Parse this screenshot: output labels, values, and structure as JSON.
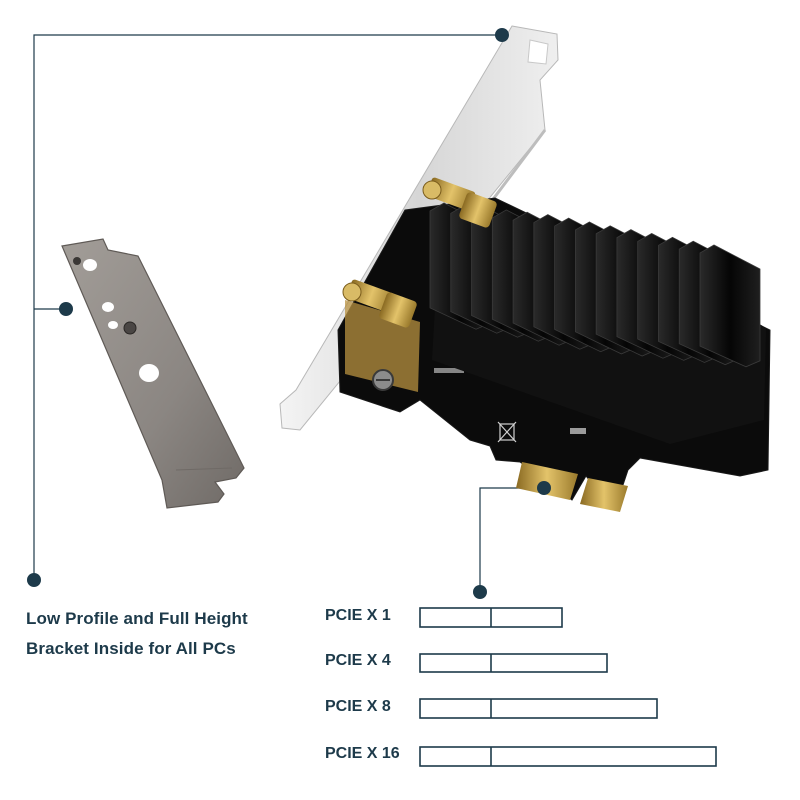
{
  "caption": {
    "line1": "Low Profile and Full Height",
    "line2": "Bracket Inside for All PCs"
  },
  "slots": [
    {
      "label": "PCIE X 1"
    },
    {
      "label": "PCIE X 4"
    },
    {
      "label": "PCIE X 8"
    },
    {
      "label": "PCIE X 16"
    }
  ],
  "colors": {
    "accent": "#1d3a4a",
    "bracket": "#8b8682",
    "pcb": "#0b0b0b",
    "heatsink": "#141414",
    "gold": "#c8a24a"
  },
  "icons": [
    "callout-dot-icon",
    "weee-bin-icon",
    "antenna-connector-icon"
  ]
}
